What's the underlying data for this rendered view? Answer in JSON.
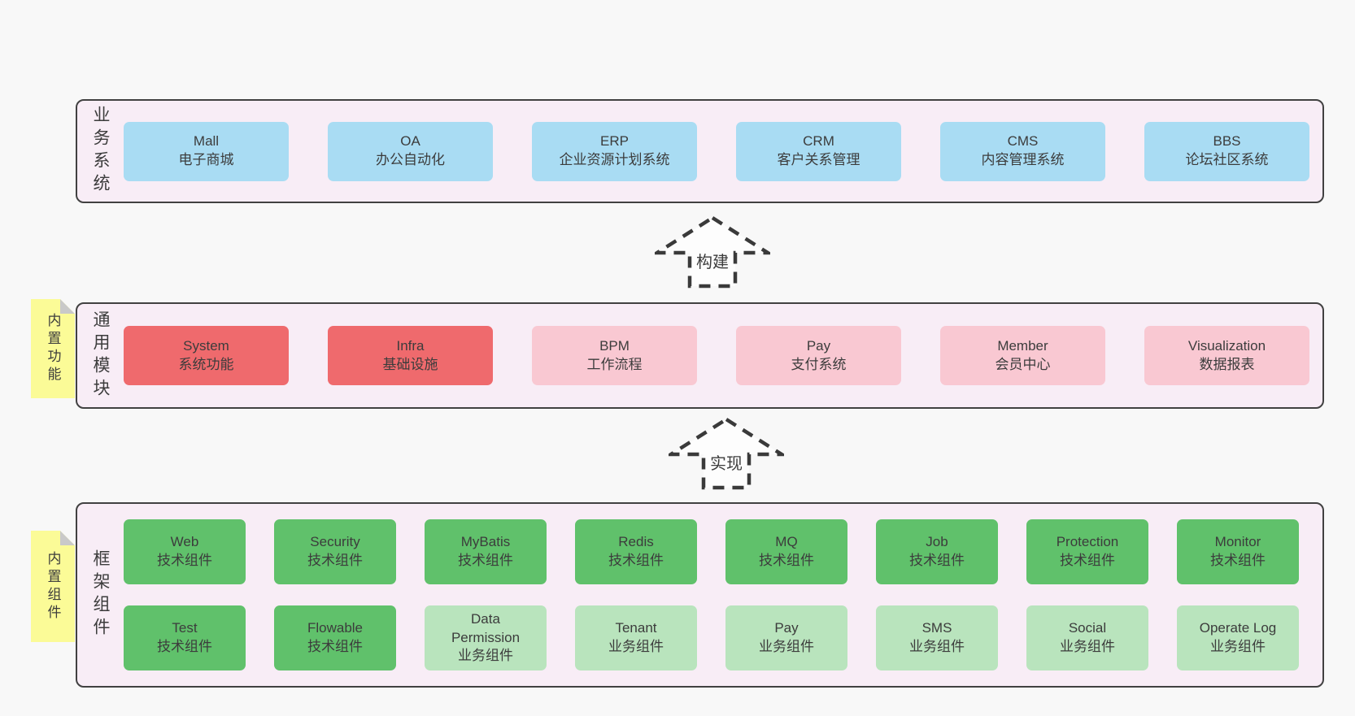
{
  "arrows": [
    {
      "label": "构建"
    },
    {
      "label": "实现"
    }
  ],
  "layers": [
    {
      "label": "业务系统",
      "boxes": [
        {
          "title": "Mall",
          "subtitle": "电子商城"
        },
        {
          "title": "OA",
          "subtitle": "办公自动化"
        },
        {
          "title": "ERP",
          "subtitle": "企业资源计划系统"
        },
        {
          "title": "CRM",
          "subtitle": "客户关系管理"
        },
        {
          "title": "CMS",
          "subtitle": "内容管理系统"
        },
        {
          "title": "BBS",
          "subtitle": "论坛社区系统"
        }
      ]
    },
    {
      "label": "通用模块",
      "sticky": "内置功能",
      "boxes": [
        {
          "title": "System",
          "subtitle": "系统功能"
        },
        {
          "title": "Infra",
          "subtitle": "基础设施"
        },
        {
          "title": "BPM",
          "subtitle": "工作流程"
        },
        {
          "title": "Pay",
          "subtitle": "支付系统"
        },
        {
          "title": "Member",
          "subtitle": "会员中心"
        },
        {
          "title": "Visualization",
          "subtitle": "数据报表"
        }
      ]
    },
    {
      "label": "框架组件",
      "sticky": "内置组件",
      "rows": [
        [
          {
            "title": "Web",
            "subtitle": "技术组件"
          },
          {
            "title": "Security",
            "subtitle": "技术组件"
          },
          {
            "title": "MyBatis",
            "subtitle": "技术组件"
          },
          {
            "title": "Redis",
            "subtitle": "技术组件"
          },
          {
            "title": "MQ",
            "subtitle": "技术组件"
          },
          {
            "title": "Job",
            "subtitle": "技术组件"
          },
          {
            "title": "Protection",
            "subtitle": "技术组件"
          },
          {
            "title": "Monitor",
            "subtitle": "技术组件"
          }
        ],
        [
          {
            "title": "Test",
            "subtitle": "技术组件"
          },
          {
            "title": "Flowable",
            "subtitle": "技术组件"
          },
          {
            "title": "Data Permission",
            "subtitle": "业务组件"
          },
          {
            "title": "Tenant",
            "subtitle": "业务组件"
          },
          {
            "title": "Pay",
            "subtitle": "业务组件"
          },
          {
            "title": "SMS",
            "subtitle": "业务组件"
          },
          {
            "title": "Social",
            "subtitle": "业务组件"
          },
          {
            "title": "Operate Log",
            "subtitle": "业务组件"
          }
        ]
      ]
    }
  ],
  "colors": {
    "pageBg": "#f8f8f8",
    "containerBg": "#f8edf6",
    "containerBorder": "#414141",
    "blue": "#a9dcf3",
    "red": "#ef6a6d",
    "pink": "#f9c8d2",
    "green": "#60c16b",
    "lightGreen": "#b9e4bd",
    "sticky": "#fbfb97",
    "fold": "#c9c9c9",
    "text": "#3c3c3c",
    "arrowStroke": "#3a3a3a"
  }
}
